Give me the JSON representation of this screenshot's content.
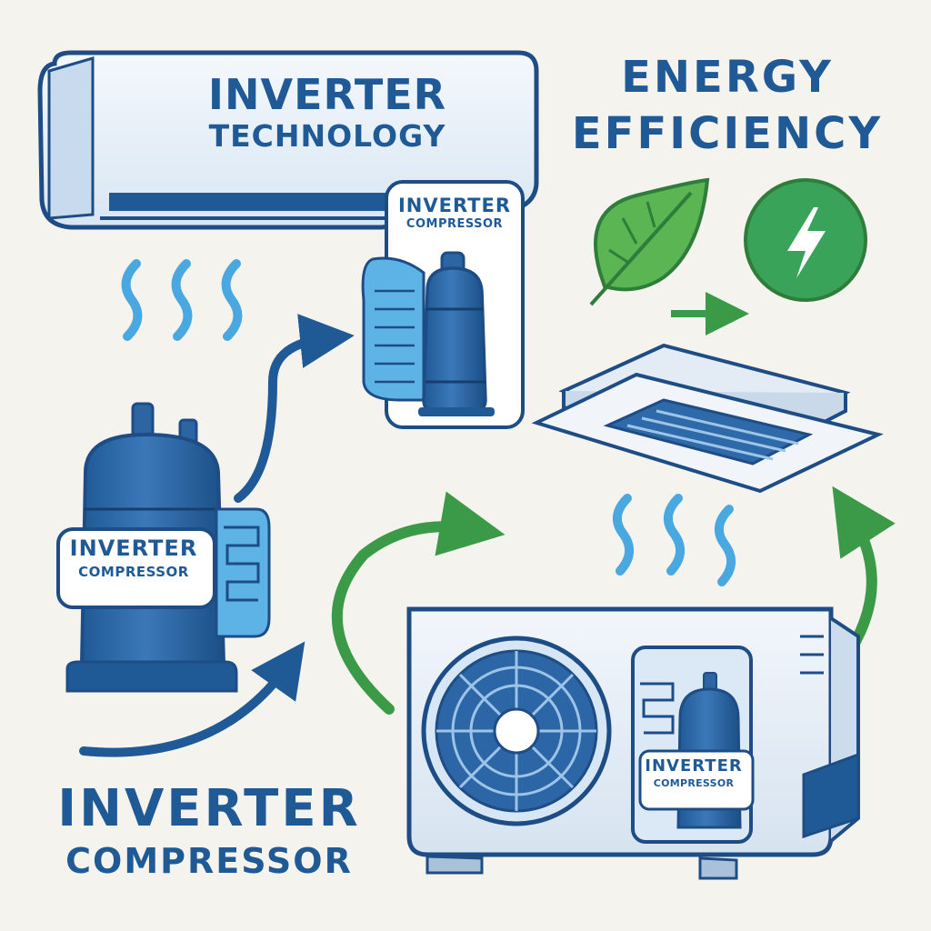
{
  "labels": {
    "ac_unit": {
      "line1": "INVERTER",
      "line2": "TECHNOLOGY"
    },
    "energy": {
      "line1": "ENERGY",
      "line2": "EFFICIENCY"
    },
    "top_compressor": {
      "line1": "INVERTER",
      "line2": "COMPRESSOR"
    },
    "left_compressor": {
      "line1": "INVERTER",
      "line2": "COMPRESSOR"
    },
    "outdoor_compressor": {
      "line1": "INVERTER",
      "line2": "COMPRESSOR"
    },
    "bottom": {
      "line1": "INVERTER",
      "line2": "COMPRESSOR"
    }
  },
  "icons": [
    "leaf-icon",
    "lightning-bolt-icon",
    "airflow-icon",
    "fan-icon",
    "compressor-icon",
    "coil-icon"
  ],
  "colors": {
    "navy": "#1f5a96",
    "blue": "#2f6aa8",
    "light_blue": "#4aa8e0",
    "green": "#3a9a48",
    "outline": "#1e4d86",
    "background": "#f5f3ee"
  }
}
